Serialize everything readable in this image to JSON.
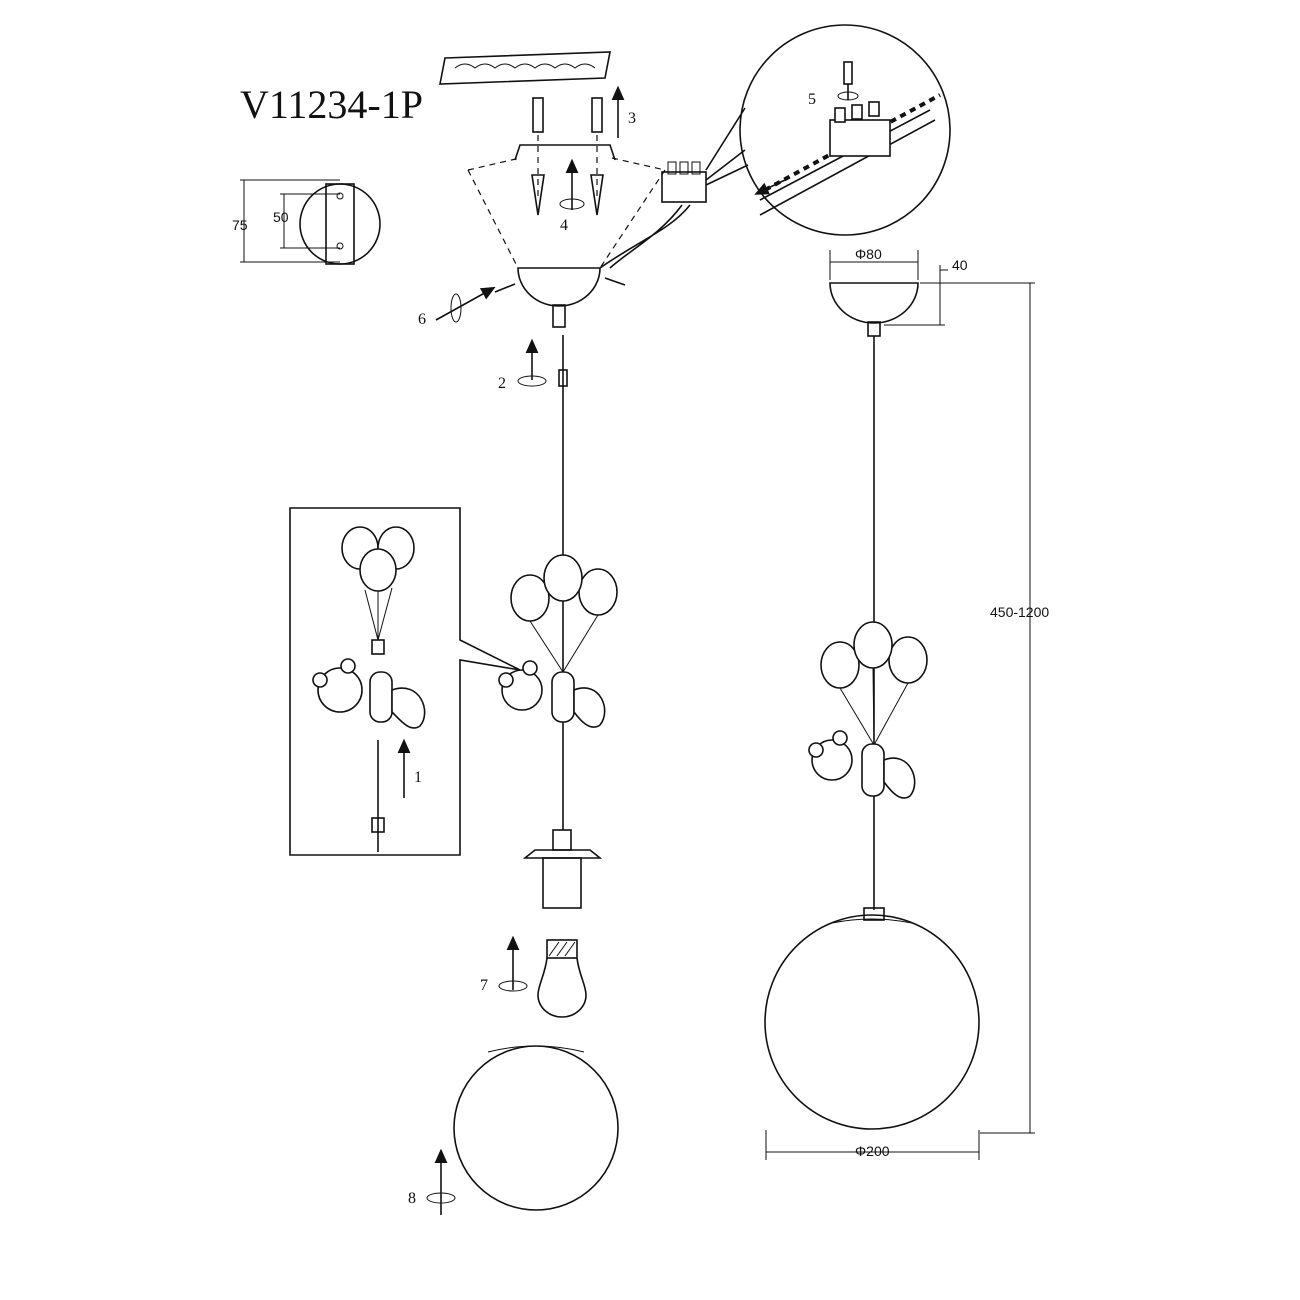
{
  "model": "V11234-1P",
  "mount_plate": {
    "height_outer": "75",
    "height_holes": "50"
  },
  "steps": [
    "1",
    "2",
    "3",
    "4",
    "5",
    "6",
    "7",
    "8"
  ],
  "dimensions": {
    "canopy_diameter": "Φ80",
    "canopy_height": "40",
    "drop_length": "450-1200",
    "globe_diameter": "Φ200"
  }
}
